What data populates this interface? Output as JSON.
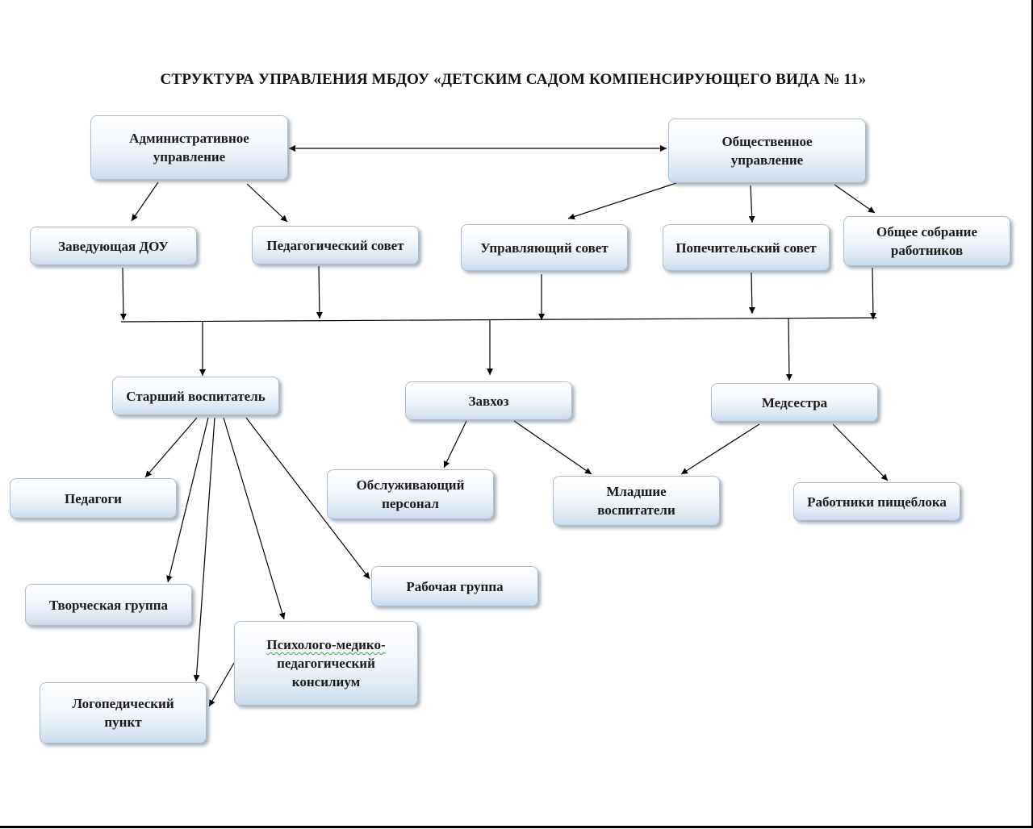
{
  "title": "СТРУКТУРА УПРАВЛЕНИЯ МБДОУ «ДЕТСКИМ САДОМ КОМПЕНСИРУЮЩЕГО ВИДА № 11»",
  "nodes": {
    "admin": "Административное управление",
    "public": "Общественное управление",
    "head": "Заведующая ДОУ",
    "ped_council": "Педагогический совет",
    "gov_council": "Управляющий совет",
    "trustee_council": "Попечительский совет",
    "general_meeting": "Общее собрание работников",
    "senior_teacher": "Старший воспитатель",
    "supply_manager": "Завхоз",
    "nurse": "Медсестра",
    "teachers": "Педагоги",
    "service_staff": "Обслуживающий персонал",
    "junior_teachers": "Младшие воспитатели",
    "kitchen_staff": "Работники пищеблока",
    "working_group": "Рабочая группа",
    "creative_group": "Творческая группа",
    "pmpk_1": "Психолого-медико-",
    "pmpk_2": "педагогический",
    "pmpk_3": "консилиум",
    "speech_point": "Логопедический пункт"
  },
  "colors": {
    "box_border": "#a9bccf",
    "box_fill_top": "#ffffff",
    "box_fill_bottom": "#c9dced",
    "lines": "#000000"
  }
}
